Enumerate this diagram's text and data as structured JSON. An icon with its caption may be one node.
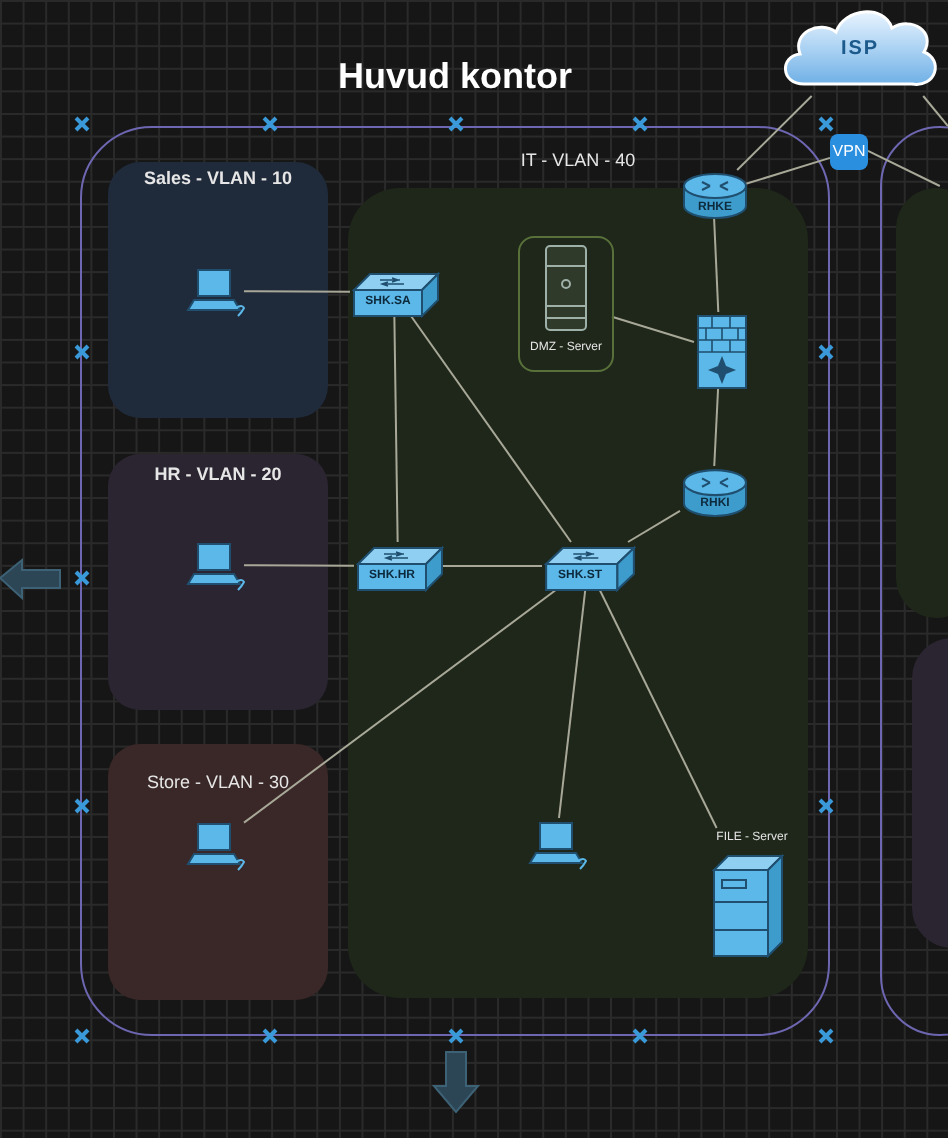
{
  "diagram": {
    "nodes": [
      {
        "text": [
          "Huvud kontor"
        ]
      },
      {
        "text": [
          "Sales - VLAN - 10"
        ],
        "in": 0
      },
      {
        "text": [
          "HR - VLAN - 20"
        ],
        "in": 0
      },
      {
        "text": [
          "Store - VLAN - 30"
        ],
        "in": 0
      },
      {
        "text": [
          "IT - VLAN - 40"
        ],
        "in": 0
      },
      {
        "text": [
          "ISP"
        ]
      },
      {
        "text": [
          "VPN"
        ]
      },
      {
        "text": [],
        "shape": "laptop",
        "in": 1
      },
      {
        "text": [],
        "shape": "laptop",
        "in": 2
      },
      {
        "text": [],
        "shape": "laptop",
        "in": 3
      },
      {
        "text": [
          "SHK.SA"
        ],
        "in": 4
      },
      {
        "text": [
          "SHK.HR"
        ],
        "in": 4
      },
      {
        "text": [
          "SHK.ST"
        ],
        "in": 4
      },
      {
        "text": [
          "RHKE"
        ],
        "in": 4
      },
      {
        "text": [],
        "shape": "firewall",
        "in": 4
      },
      {
        "text": [
          "RHKI"
        ],
        "in": 4
      },
      {
        "text": [
          "DMZ - Server"
        ],
        "in": 4
      },
      {
        "text": [],
        "shape": "laptop",
        "in": 4
      },
      {
        "text": [
          "FILE - Server"
        ],
        "in": 4
      },
      {
        "text": [],
        "shape": "box"
      },
      {
        "text": [],
        "shape": "box",
        "in": 19
      },
      {
        "text": [],
        "shape": "box",
        "in": 19
      }
    ],
    "edges": [
      {
        "from": 7,
        "to": 10,
        "arrow": "none"
      },
      {
        "from": 8,
        "to": 11,
        "arrow": "none"
      },
      {
        "from": 9,
        "to": 12,
        "arrow": "none"
      },
      {
        "from": 10,
        "to": 11,
        "arrow": "none"
      },
      {
        "from": 10,
        "to": 12,
        "arrow": "none"
      },
      {
        "from": 11,
        "to": 12,
        "arrow": "none"
      },
      {
        "from": 12,
        "to": 15,
        "arrow": "none"
      },
      {
        "from": 12,
        "to": 17,
        "arrow": "none"
      },
      {
        "from": 12,
        "to": 18,
        "arrow": "none"
      },
      {
        "from": 15,
        "to": 14,
        "arrow": "none"
      },
      {
        "from": 14,
        "to": 13,
        "arrow": "none"
      },
      {
        "from": 14,
        "to": 16,
        "arrow": "none"
      },
      {
        "from": 13,
        "to": 5,
        "arrow": "none"
      },
      {
        "from": 13,
        "to": 6,
        "arrow": "none"
      },
      {
        "from": 5,
        "to": 19,
        "arrow": "none"
      },
      {
        "from": 6,
        "to": 20,
        "arrow": "none"
      }
    ]
  }
}
